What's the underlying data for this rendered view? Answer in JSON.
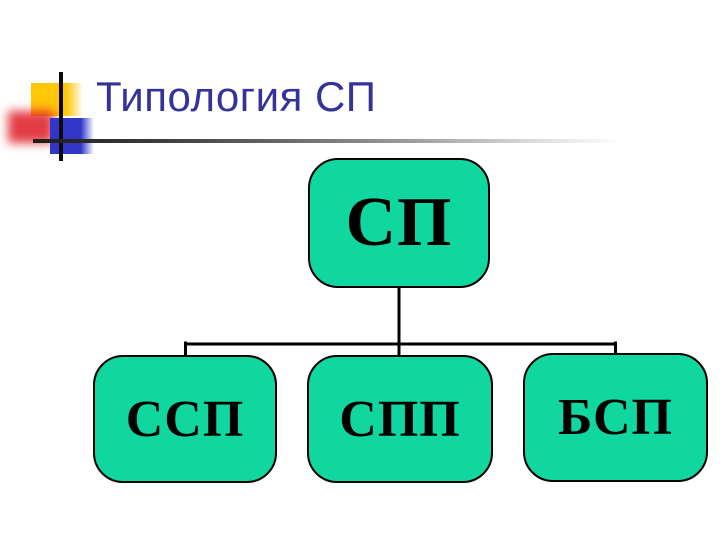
{
  "slide": {
    "title": "Типология СП"
  },
  "diagram": {
    "type": "org-chart",
    "root": {
      "label": "СП"
    },
    "children": [
      {
        "label": "ССП"
      },
      {
        "label": "СПП"
      },
      {
        "label": "БСП"
      }
    ]
  },
  "colors": {
    "title_text": "#333399",
    "box_fill": "#10D7A0",
    "box_border": "#000000",
    "box_text": "#000000",
    "connector": "#000000",
    "decor_yellow": "#FFC60A",
    "decor_red": "#DE1B24",
    "decor_blue": "#3136C8"
  }
}
